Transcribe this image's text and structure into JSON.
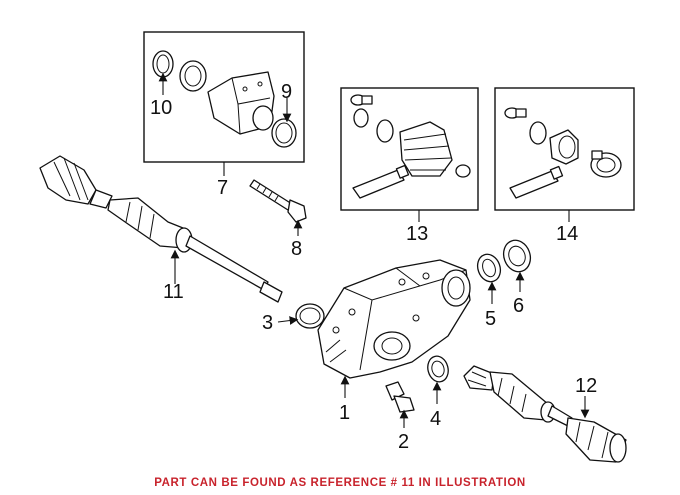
{
  "callouts": {
    "c1": "1",
    "c2": "2",
    "c3": "3",
    "c4": "4",
    "c5": "5",
    "c6": "6",
    "c7": "7",
    "c8": "8",
    "c9": "9",
    "c10": "10",
    "c11": "11",
    "c12": "12",
    "c13": "13",
    "c14": "14"
  },
  "footer_note": "PART CAN BE FOUND AS REFERENCE # 11 IN ILLUSTRATION",
  "colors": {
    "note": "#c8232c",
    "line": "#111111"
  }
}
